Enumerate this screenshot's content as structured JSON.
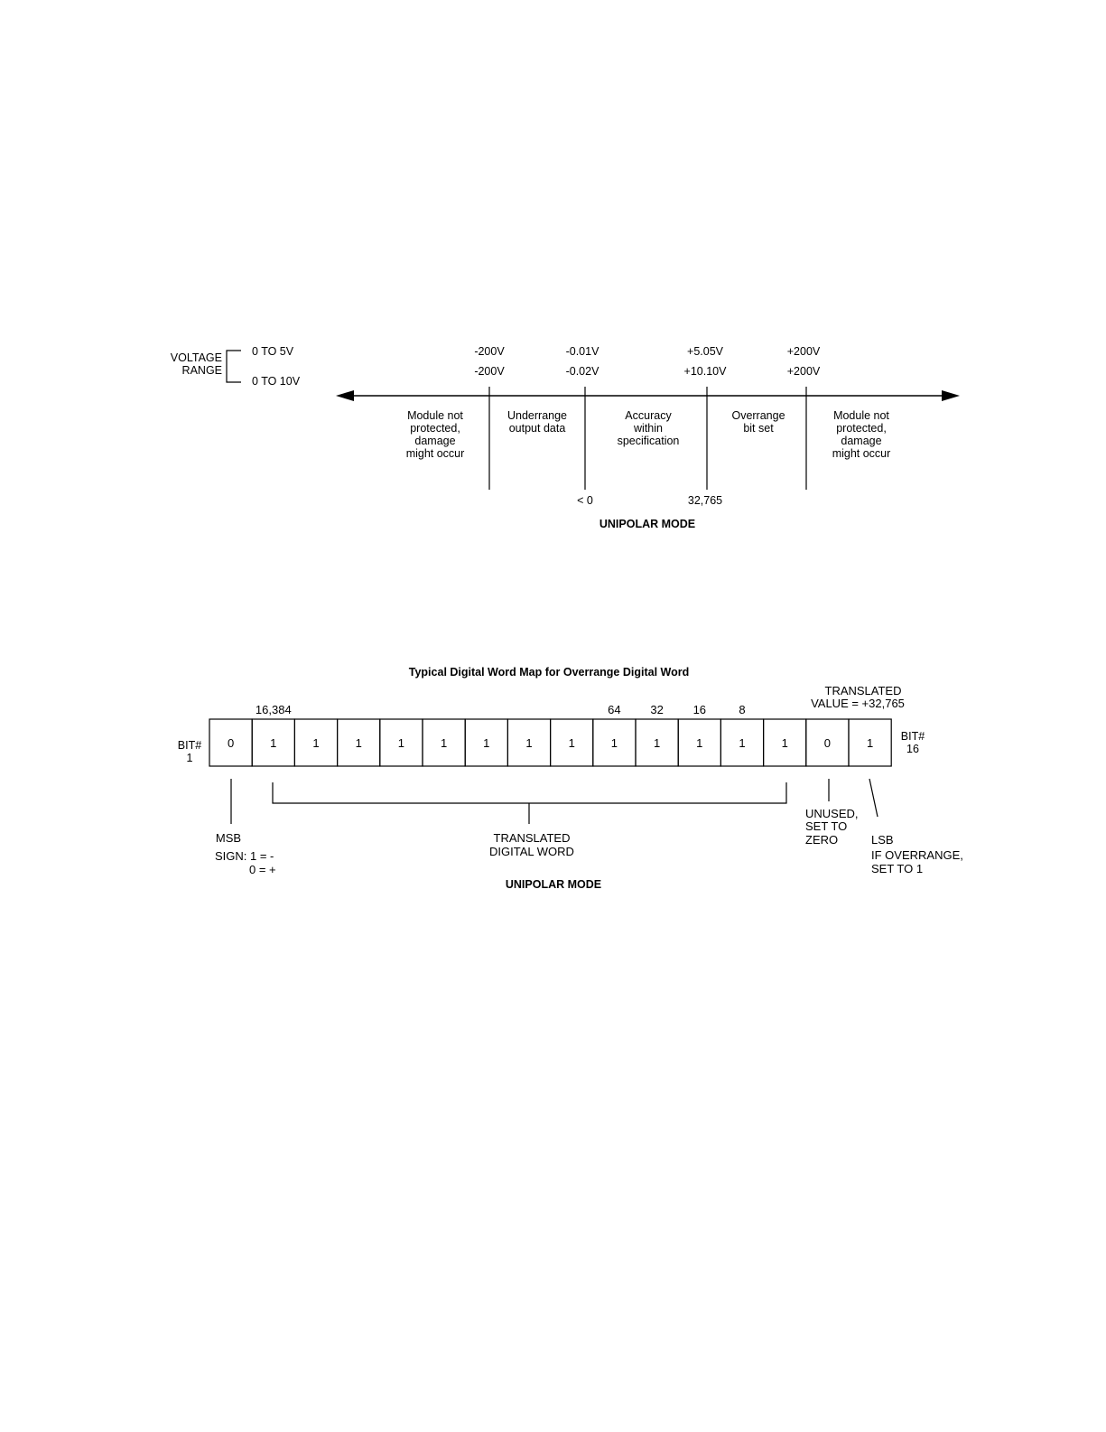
{
  "voltage_range": {
    "label_line1": "VOLTAGE",
    "label_line2": "RANGE",
    "range_5v": "0 TO 5V",
    "range_10v": "0 TO 10V"
  },
  "thresholds": [
    {
      "row_5v": "-200V",
      "row_10v": "-200V",
      "bottom": ""
    },
    {
      "row_5v": "-0.01V",
      "row_10v": "-0.02V",
      "bottom": "< 0"
    },
    {
      "row_5v": "+5.05V",
      "row_10v": "+10.10V",
      "bottom": "32,765"
    },
    {
      "row_5v": "+200V",
      "row_10v": "+200V",
      "bottom": ""
    }
  ],
  "zones": [
    {
      "lines": [
        "Module not",
        "protected,",
        "damage",
        "might occur"
      ]
    },
    {
      "lines": [
        "Underrange",
        "output data"
      ]
    },
    {
      "lines": [
        "Accuracy",
        "within",
        "specification"
      ]
    },
    {
      "lines": [
        "Overrange",
        "bit set"
      ]
    },
    {
      "lines": [
        "Module not",
        "protected,",
        "damage",
        "might occur"
      ]
    }
  ],
  "mode_label_top": "UNIPOLAR MODE",
  "word_map": {
    "title": "Typical Digital Word Map for Overrange Digital Word",
    "translated_value_line1": "TRANSLATED",
    "translated_value_line2": "VALUE = +32,765",
    "bit_start_line1": "BIT#",
    "bit_start_line2": "1",
    "bit_end_line1": "BIT#",
    "bit_end_line2": "16",
    "bits": [
      "0",
      "1",
      "1",
      "1",
      "1",
      "1",
      "1",
      "1",
      "1",
      "1",
      "1",
      "1",
      "1",
      "1",
      "0",
      "1"
    ],
    "weights": [
      {
        "bit_index": 1,
        "label": "16,384"
      },
      {
        "bit_index": 9,
        "label": "64"
      },
      {
        "bit_index": 10,
        "label": "32"
      },
      {
        "bit_index": 11,
        "label": "16"
      },
      {
        "bit_index": 12,
        "label": "8"
      }
    ],
    "msb_label": "MSB",
    "sign_line1": "SIGN: 1 = -",
    "sign_line2": "0 = +",
    "translated_word_line1": "TRANSLATED",
    "translated_word_line2": "DIGITAL WORD",
    "unused_lines": [
      "UNUSED,",
      "SET TO",
      "ZERO"
    ],
    "lsb_lines": [
      "LSB",
      "IF OVERRANGE,",
      "SET TO 1"
    ],
    "mode_label": "UNIPOLAR MODE"
  }
}
